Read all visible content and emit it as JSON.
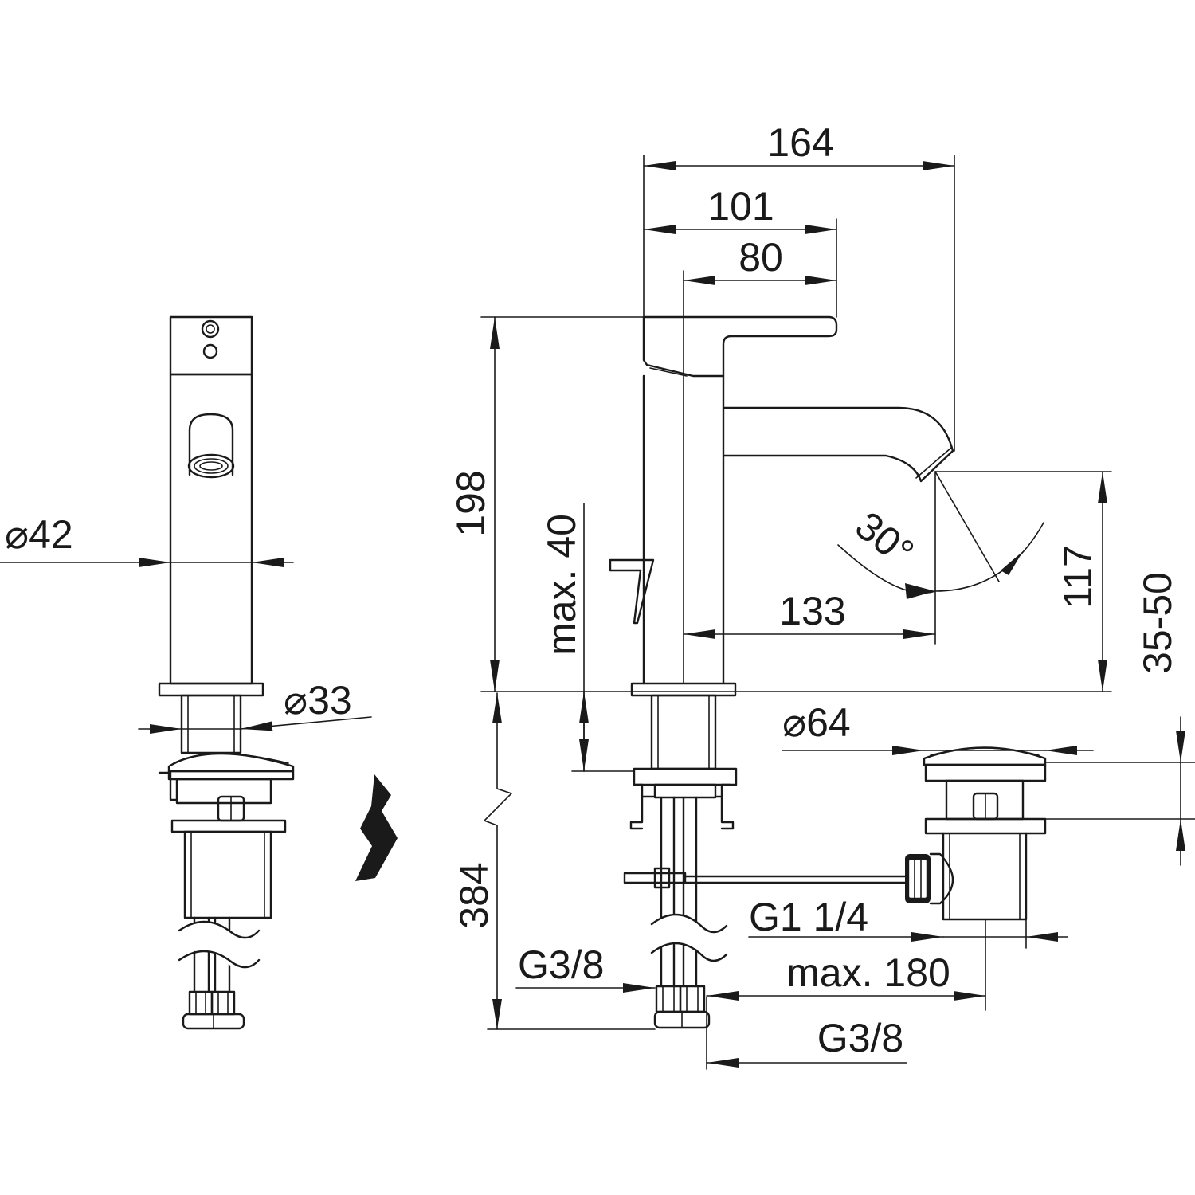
{
  "labels": {
    "dia_42": "⌀42",
    "dia_33": "⌀33",
    "dia_64": "⌀64",
    "width_164": "164",
    "reach_101": "101",
    "reach_80": "80",
    "height_198": "198",
    "max_40": "max. 40",
    "angle_30": "30°",
    "dist_133": "133",
    "height_117": "117",
    "range_35_50": "35-50",
    "hose_384": "384",
    "thread_g114": "G1 1/4",
    "max_180": "max. 180",
    "thread_g38_left": "G3/8",
    "thread_g38_right": "G3/8"
  }
}
